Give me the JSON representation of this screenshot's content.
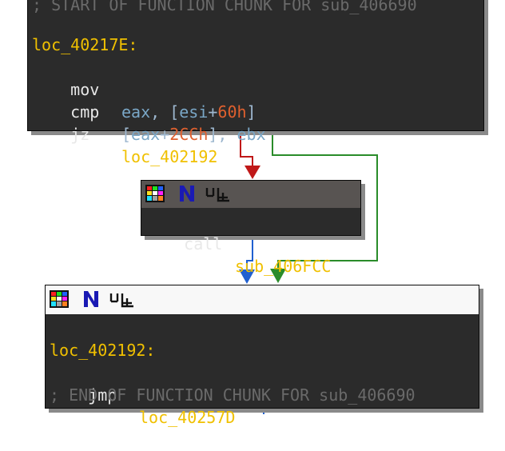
{
  "top_block": {
    "comment": "; START OF FUNCTION CHUNK FOR sub_406690",
    "label": "loc_40217E:",
    "lines": [
      {
        "mnemonic": "mov",
        "op": [
          "eax",
          ", [",
          "esi",
          "+",
          "60h",
          "]"
        ]
      },
      {
        "mnemonic": "cmp",
        "op": [
          "[",
          "eax",
          "+",
          "2CCh",
          "], ",
          "ebx"
        ]
      },
      {
        "mnemonic": "jz",
        "target": "loc_402192"
      }
    ]
  },
  "middle_block": {
    "mnemonic": "call",
    "target": "sub_406FCC"
  },
  "bottom_block": {
    "label": "loc_402192:",
    "mnemonic": "jmp",
    "target": "loc_40257D",
    "comment": "; END OF FUNCTION CHUNK FOR sub_406690"
  },
  "header_icons": [
    "color-palette-icon",
    "name-n-icon",
    "xrefs-graph-icon"
  ],
  "colors": {
    "node_bg": "#2b2b2b",
    "label": "#f0c000",
    "register": "#7aa7c7",
    "number": "#e0602e",
    "edge_true": "#2a8c2a",
    "edge_false": "#c01818",
    "edge_normal": "#2060d0"
  }
}
